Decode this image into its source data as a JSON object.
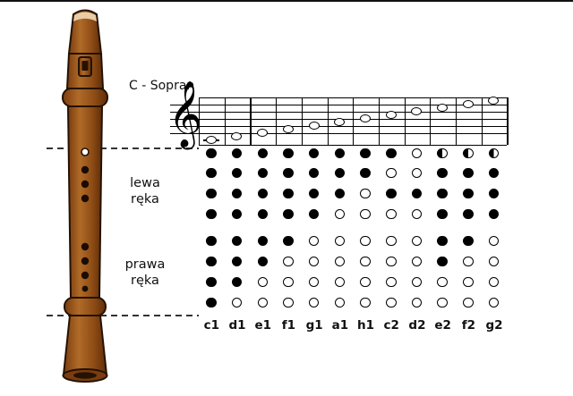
{
  "title": "C - Sopran",
  "labels": {
    "left_hand": "lewa ręka",
    "right_hand": "prawa ręka"
  },
  "clef_glyph": "𝄞",
  "colors": {
    "wood_light": "#b06b28",
    "wood_mid": "#8f4d16",
    "wood_dark": "#5f2d08",
    "outline": "#241203",
    "ink": "#000000"
  },
  "chart_data": {
    "type": "table",
    "title": "C - Sopran",
    "columns": [
      "c1",
      "d1",
      "e1",
      "f1",
      "g1",
      "a1",
      "h1",
      "c2",
      "d2",
      "e2",
      "f2",
      "g2"
    ],
    "staff_steps": [
      0,
      1,
      2,
      3,
      4,
      5,
      6,
      7,
      8,
      9,
      10,
      11
    ],
    "rows": [
      {
        "name": "thumb",
        "hand": "left",
        "states": [
          "filled",
          "filled",
          "filled",
          "filled",
          "filled",
          "filled",
          "filled",
          "filled",
          "open",
          "half",
          "half",
          "half"
        ]
      },
      {
        "name": "left-index",
        "hand": "left",
        "states": [
          "filled",
          "filled",
          "filled",
          "filled",
          "filled",
          "filled",
          "filled",
          "open",
          "open",
          "filled",
          "filled",
          "filled"
        ]
      },
      {
        "name": "left-middle",
        "hand": "left",
        "states": [
          "filled",
          "filled",
          "filled",
          "filled",
          "filled",
          "filled",
          "open",
          "filled",
          "filled",
          "filled",
          "filled",
          "filled"
        ]
      },
      {
        "name": "left-ring",
        "hand": "left",
        "states": [
          "filled",
          "filled",
          "filled",
          "filled",
          "filled",
          "open",
          "open",
          "open",
          "open",
          "filled",
          "filled",
          "filled"
        ]
      },
      {
        "name": "right-index",
        "hand": "right",
        "states": [
          "filled",
          "filled",
          "filled",
          "filled",
          "open",
          "open",
          "open",
          "open",
          "open",
          "filled",
          "filled",
          "open"
        ]
      },
      {
        "name": "right-middle",
        "hand": "right",
        "states": [
          "filled",
          "filled",
          "filled",
          "open",
          "open",
          "open",
          "open",
          "open",
          "open",
          "filled",
          "open",
          "open"
        ]
      },
      {
        "name": "right-ring",
        "hand": "right",
        "states": [
          "filled",
          "filled",
          "open",
          "open",
          "open",
          "open",
          "open",
          "open",
          "open",
          "open",
          "open",
          "open"
        ]
      },
      {
        "name": "right-pinky",
        "hand": "right",
        "states": [
          "filled",
          "open",
          "open",
          "open",
          "open",
          "open",
          "open",
          "open",
          "open",
          "open",
          "open",
          "open"
        ]
      }
    ]
  }
}
